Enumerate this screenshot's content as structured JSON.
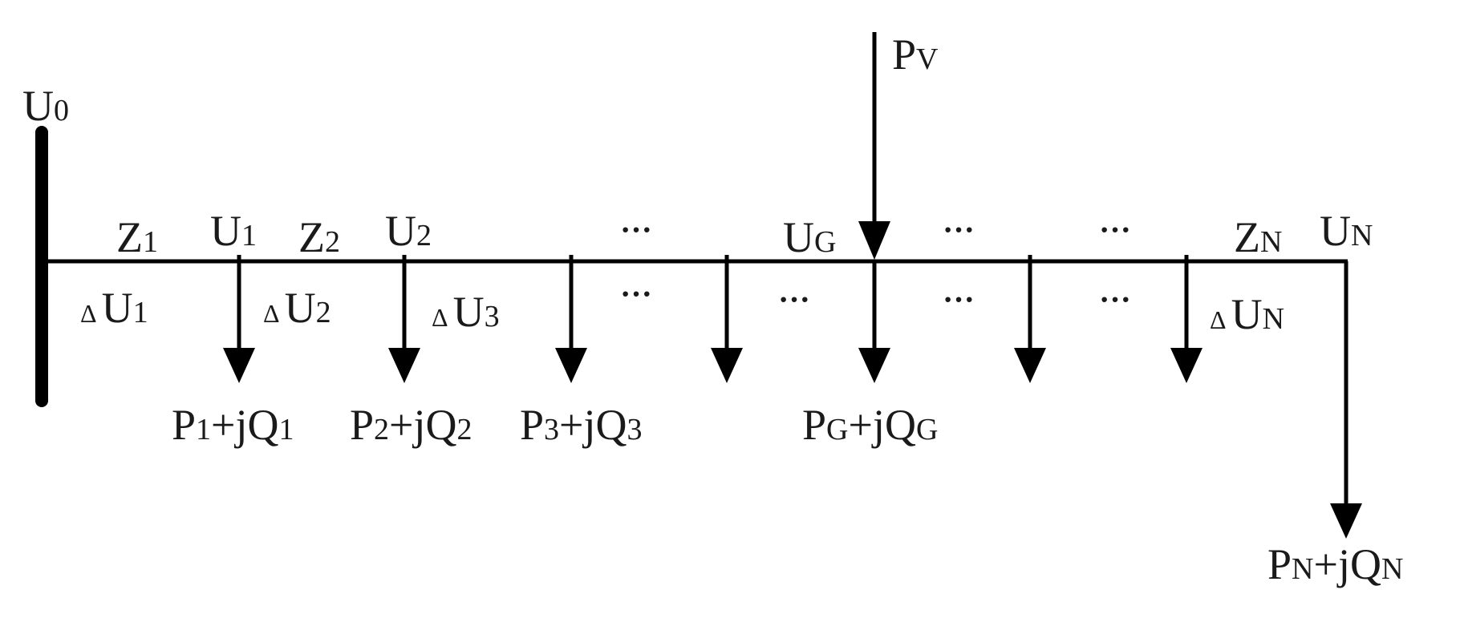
{
  "labels": {
    "u0": {
      "main": "U",
      "sub": "0"
    },
    "pv": {
      "main": "P",
      "sub": "V"
    },
    "z1": {
      "main": "Z",
      "sub": "1"
    },
    "u1": {
      "main": "U",
      "sub": "1"
    },
    "z2": {
      "main": "Z",
      "sub": "2"
    },
    "u2": {
      "main": "U",
      "sub": "2"
    },
    "ug": {
      "main": "U",
      "sub": "G"
    },
    "zn": {
      "main": "Z",
      "sub": "N"
    },
    "un": {
      "main": "U",
      "sub": "N"
    },
    "du1": {
      "delta": "Δ",
      "main": "U",
      "sub": "1"
    },
    "du2": {
      "delta": "Δ",
      "main": "U",
      "sub": "2"
    },
    "du3": {
      "delta": "Δ",
      "main": "U",
      "sub": "3"
    },
    "dun": {
      "delta": "Δ",
      "main": "U",
      "sub": "N"
    },
    "load1": {
      "p": "P",
      "psub": "1",
      "mid": "+jQ",
      "qsub": "1"
    },
    "load2": {
      "p": "P",
      "psub": "2",
      "mid": "+jQ",
      "qsub": "2"
    },
    "load3": {
      "p": "P",
      "psub": "3",
      "mid": "+jQ",
      "qsub": "3"
    },
    "loadg": {
      "p": "P",
      "psub": "G",
      "mid": "+jQ",
      "qsub": "G"
    },
    "loadn": {
      "p": "P",
      "psub": "N",
      "mid": "+jQ",
      "qsub": "N"
    },
    "ellipsis": "···"
  }
}
